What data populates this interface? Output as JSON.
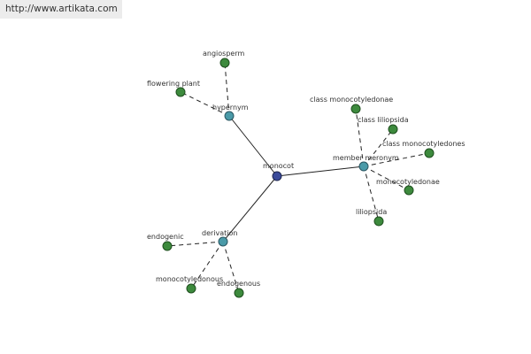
{
  "page": {
    "url": "http://www.artikata.com"
  },
  "graph": {
    "root": {
      "id": "monocot",
      "label": "monocot"
    },
    "relations": [
      {
        "id": "hypernym",
        "label": "hypernym"
      },
      {
        "id": "member-meronym",
        "label": "member meronym"
      },
      {
        "id": "derivation",
        "label": "derivation"
      }
    ],
    "leaves": [
      {
        "id": "angiosperm",
        "label": "angiosperm",
        "relation": "hypernym"
      },
      {
        "id": "flowering-plant",
        "label": "flowering plant",
        "relation": "hypernym"
      },
      {
        "id": "class-monocotyledonae",
        "label": "class monocotyledonae",
        "relation": "member-meronym"
      },
      {
        "id": "class-liliopsida",
        "label": "class liliopsida",
        "relation": "member-meronym"
      },
      {
        "id": "class-monocotyledones",
        "label": "class monocotyledones",
        "relation": "member-meronym"
      },
      {
        "id": "monocotyledonae",
        "label": "monocotyledonae",
        "relation": "member-meronym"
      },
      {
        "id": "liliopsida",
        "label": "liliopsida",
        "relation": "member-meronym"
      },
      {
        "id": "endogenic",
        "label": "endogenic",
        "relation": "derivation"
      },
      {
        "id": "monocotyledonous",
        "label": "monocotyledonous",
        "relation": "derivation"
      },
      {
        "id": "endogenous",
        "label": "endogenous",
        "relation": "derivation"
      }
    ],
    "colors": {
      "root": "#3a4a9a",
      "relation": "#4a9aa8",
      "leaf": "#3d8a3d",
      "edge": "#222222"
    }
  }
}
